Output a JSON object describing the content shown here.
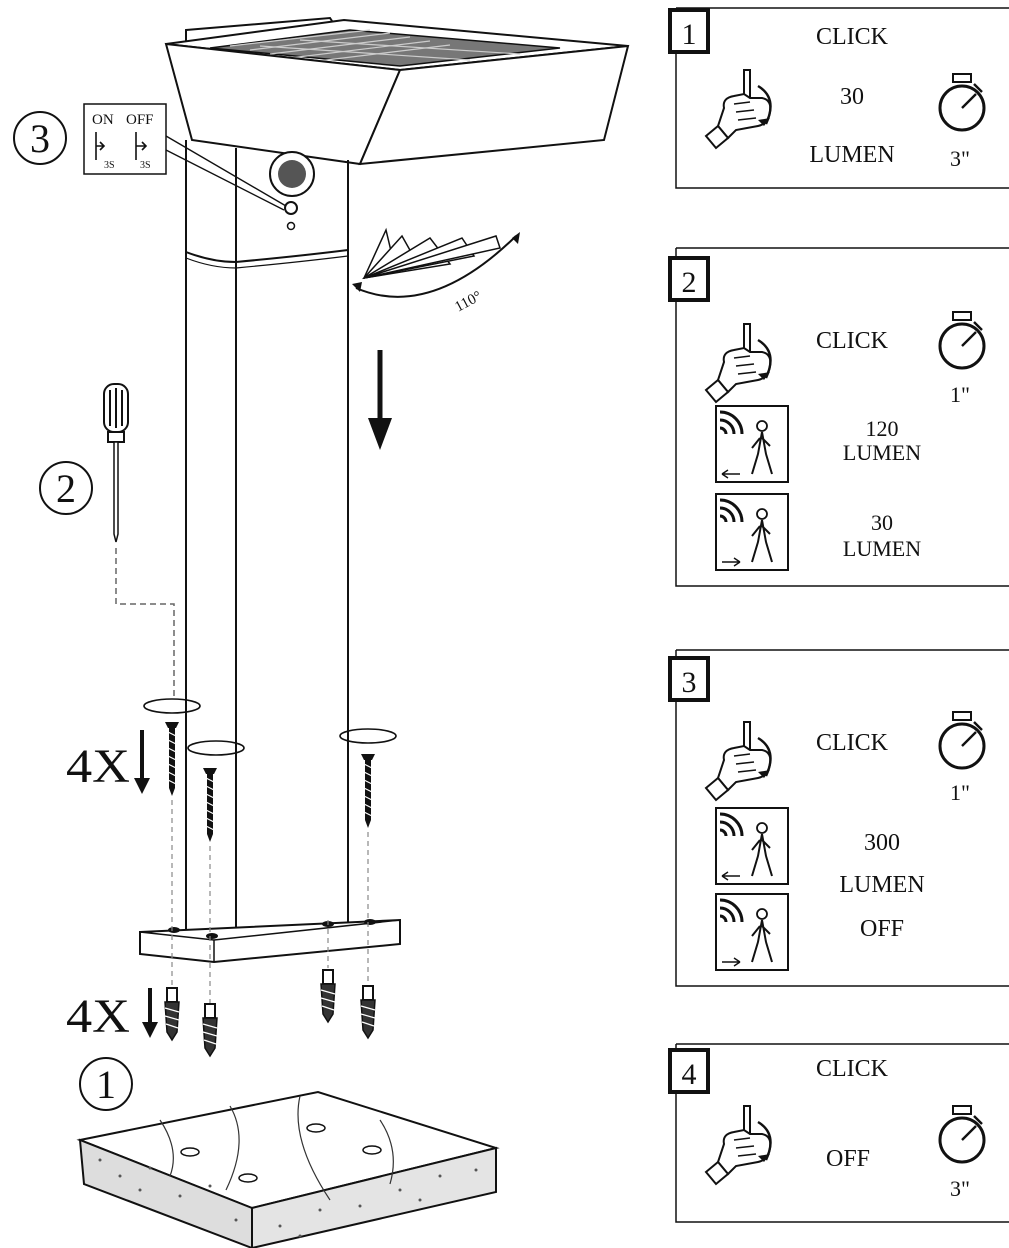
{
  "install_steps": {
    "base_step": "1",
    "screw_step": "2",
    "switch_step": "3",
    "screws_qty": "4X",
    "anchors_qty": "4X",
    "switch_on": "ON",
    "switch_off": "OFF",
    "press_on": "3S",
    "press_off": "3S",
    "sensor_angle": "110°"
  },
  "modes": [
    {
      "number": "1",
      "action": "CLICK",
      "brightness": "30",
      "unit": "LUMEN",
      "duration": "3\""
    },
    {
      "number": "2",
      "action": "CLICK",
      "duration": "1\"",
      "motion_near": {
        "value": "120",
        "unit": "LUMEN"
      },
      "motion_away": {
        "value": "30",
        "unit": "LUMEN"
      }
    },
    {
      "number": "3",
      "action": "CLICK",
      "duration": "1\"",
      "motion_near": "300",
      "unit": "LUMEN",
      "motion_away": "OFF"
    },
    {
      "number": "4",
      "action": "CLICK",
      "state": "OFF",
      "duration": "3\""
    }
  ]
}
